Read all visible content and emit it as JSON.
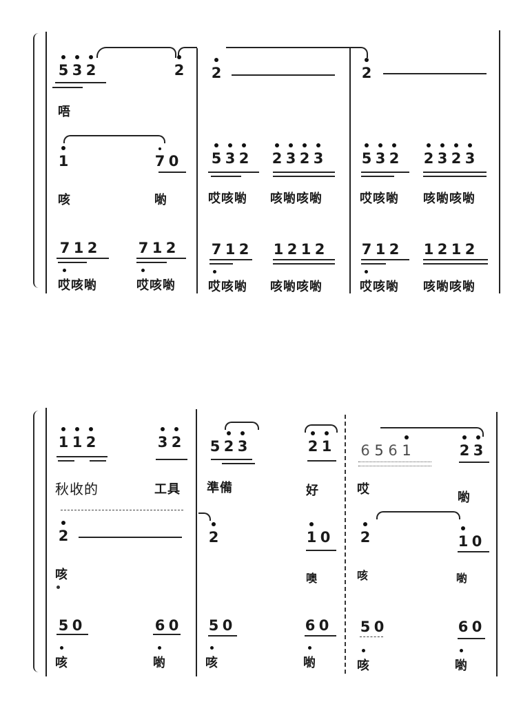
{
  "score": {
    "notation": "jianpu",
    "systems": [
      {
        "id": "system-1",
        "staves": [
          {
            "measures": [
              {
                "notes_a": [
                  "5",
                  "3",
                  "2"
                ],
                "notes_b": [
                  "2"
                ],
                "lyrics_a": "唔",
                "lyrics_b": ""
              },
              {
                "notes_a": [
                  "2"
                ],
                "sustain": "—",
                "lyrics_a": ""
              },
              {
                "notes_a": [
                  "2"
                ],
                "sustain": "—",
                "lyrics_a": ""
              }
            ]
          },
          {
            "measures": [
              {
                "notes_a": [
                  "1"
                ],
                "notes_b": [
                  "7",
                  "0"
                ],
                "lyrics_a": "咳",
                "lyrics_b": "喲"
              },
              {
                "notes_a": [
                  "5",
                  "3",
                  "2"
                ],
                "notes_b": [
                  "2",
                  "3",
                  "2",
                  "3"
                ],
                "lyrics_a": "哎咳喲",
                "lyrics_b": "咳喲咳喲"
              },
              {
                "notes_a": [
                  "5",
                  "3",
                  "2"
                ],
                "notes_b": [
                  "2",
                  "3",
                  "2",
                  "3"
                ],
                "lyrics_a": "哎咳喲",
                "lyrics_b": "咳喲咳喲"
              }
            ]
          },
          {
            "measures": [
              {
                "notes_a": [
                  "7",
                  "1",
                  "2"
                ],
                "notes_b": [
                  "7",
                  "1",
                  "2"
                ],
                "lyrics_a": "哎咳喲",
                "lyrics_b": "哎咳喲"
              },
              {
                "notes_a": [
                  "7",
                  "1",
                  "2"
                ],
                "notes_b": [
                  "1",
                  "2",
                  "1",
                  "2"
                ],
                "lyrics_a": "哎咳喲",
                "lyrics_b": "咳喲咳喲"
              },
              {
                "notes_a": [
                  "7",
                  "1",
                  "2"
                ],
                "notes_b": [
                  "1",
                  "2",
                  "1",
                  "2"
                ],
                "lyrics_a": "哎咳喲",
                "lyrics_b": "咳喲咳喲"
              }
            ]
          }
        ]
      },
      {
        "id": "system-2",
        "staves": [
          {
            "measures": [
              {
                "notes_a": [
                  "1",
                  "1",
                  "2"
                ],
                "notes_b": [
                  "3",
                  "2"
                ],
                "lyrics_a": "秋收的",
                "lyrics_b": "工具"
              },
              {
                "notes_a": [
                  "5",
                  "2",
                  "3"
                ],
                "notes_b": [
                  "2",
                  "1"
                ],
                "lyrics_a": "準備",
                "lyrics_b": "好"
              },
              {
                "notes_a": [
                  "6",
                  "5",
                  "6",
                  "1"
                ],
                "notes_b": [
                  "2",
                  "3"
                ],
                "lyrics_a": "哎",
                "lyrics_b": "喲"
              }
            ]
          },
          {
            "measures": [
              {
                "notes_a": [
                  "2"
                ],
                "sustain": "—",
                "lyrics_a": "咳"
              },
              {
                "notes_a": [
                  "2"
                ],
                "notes_b": [
                  "1",
                  "0"
                ],
                "lyrics_a": "",
                "lyrics_b": "噢"
              },
              {
                "notes_a": [
                  "2"
                ],
                "notes_b": [
                  "1",
                  "0"
                ],
                "lyrics_a": "咳",
                "lyrics_b": "喲"
              }
            ]
          },
          {
            "measures": [
              {
                "notes_a": [
                  "5",
                  "0"
                ],
                "notes_b": [
                  "6",
                  "0"
                ],
                "lyrics_a": "咳",
                "lyrics_b": "喲"
              },
              {
                "notes_a": [
                  "5",
                  "0"
                ],
                "notes_b": [
                  "6",
                  "0"
                ],
                "lyrics_a": "咳",
                "lyrics_b": "喲"
              },
              {
                "notes_a": [
                  "5",
                  "0"
                ],
                "notes_b": [
                  "6",
                  "0"
                ],
                "lyrics_a": "咳",
                "lyrics_b": "喲"
              }
            ]
          }
        ]
      }
    ]
  }
}
